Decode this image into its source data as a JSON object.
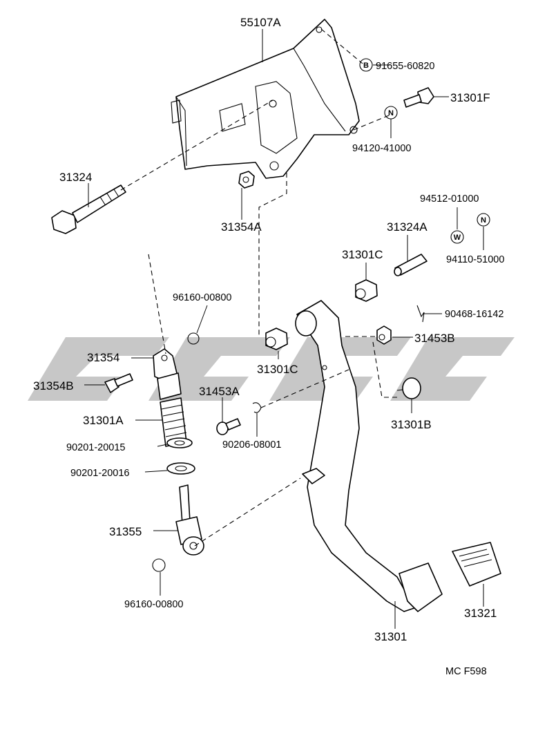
{
  "parts": {
    "p55107A": "55107A",
    "p91655": "91655-60820",
    "p31301F": "31301F",
    "p94120": "94120-41000",
    "p31324": "31324",
    "p31354A": "31354A",
    "p94512": "94512-01000",
    "p94110": "94110-51000",
    "p31324A": "31324A",
    "p31301C_top": "31301C",
    "p96160_top": "96160-00800",
    "p90468": "90468-16142",
    "p31453B": "31453B",
    "p31354": "31354",
    "p31301C_mid": "31301C",
    "p31354B": "31354B",
    "p31453A": "31453A",
    "p31301B": "31301B",
    "p31301A": "31301A",
    "p90206": "90206-08001",
    "p90201_15": "90201-20015",
    "p90201_16": "90201-20016",
    "p31355": "31355",
    "p96160_bot": "96160-00800",
    "p31321": "31321",
    "p31301": "31301"
  },
  "symbols": {
    "bolt": "B",
    "nut": "N",
    "washer": "W"
  },
  "figure_code": "MC F598"
}
